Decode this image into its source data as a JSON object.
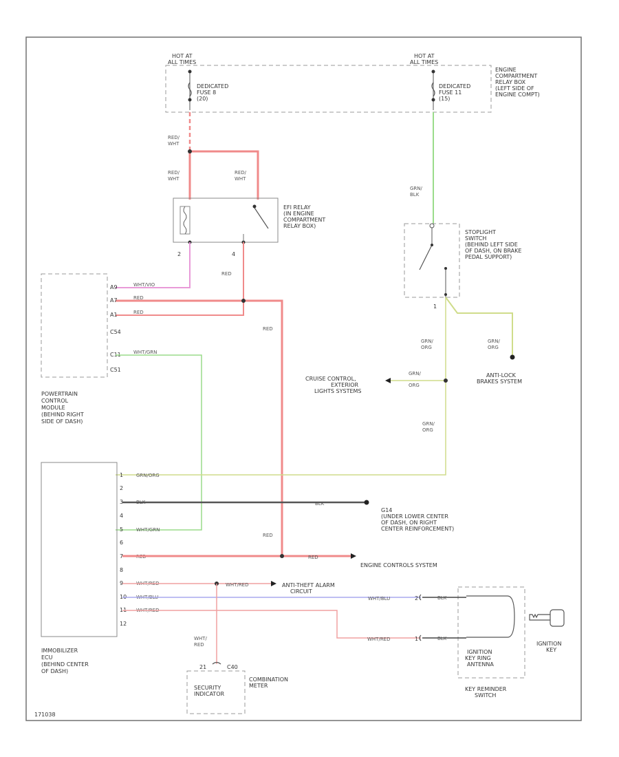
{
  "colors": {
    "red": "#f08a8a",
    "pink": "#e89ad8",
    "light_green": "#9adc8a",
    "yellow_green": "#cfdc8a",
    "black": "#555555",
    "blue": "#a8a8ee",
    "dash": "#9a9a9a",
    "line": "#707070"
  },
  "fuse_box": {
    "hot_left": [
      "HOT AT",
      "ALL TIMES"
    ],
    "fuse_left": [
      "DEDICATED",
      "FUSE 8",
      "(20)"
    ],
    "hot_right": [
      "HOT AT",
      "ALL TIMES"
    ],
    "fuse_right": [
      "DEDICATED",
      "FUSE 11",
      "(15)"
    ],
    "label": [
      "ENGINE",
      "COMPARTMENT",
      "RELAY BOX",
      "(LEFT SIDE OF",
      "ENGINE COMPT)"
    ]
  },
  "wires": {
    "red_wht_1": [
      "RED/",
      "WHT"
    ],
    "red_wht_2": [
      "RED/",
      "WHT"
    ],
    "red_wht_3": [
      "RED/",
      "WHT"
    ],
    "grn_blk": [
      "GRN/",
      "BLK"
    ],
    "red_v": "RED",
    "red_v2": "RED",
    "red_v3": "RED",
    "grn_org_1": [
      "GRN/",
      "ORG"
    ],
    "grn_org_2": [
      "GRN/",
      "ORG"
    ],
    "grn_org_3": [
      "GRN/",
      "ORG"
    ],
    "grn_org_4": [
      "GRN/",
      "ORG"
    ],
    "wht_red_v": [
      "WHT/",
      "RED"
    ]
  },
  "efi_relay": {
    "label": [
      "EFI RELAY",
      "(IN ENGINE",
      "COMPARTMENT",
      "RELAY BOX)"
    ],
    "pin_left": "2",
    "pin_right": "4"
  },
  "stoplight_switch": {
    "label": [
      "STOPLIGHT",
      "SWITCH",
      "(BEHIND LEFT SIDE",
      "OF DASH, ON BRAKE",
      "PEDAL SUPPORT)"
    ],
    "pin": "1"
  },
  "pcm": {
    "pins": [
      {
        "pin": "A9",
        "wire": "WHT/VIO"
      },
      {
        "pin": "A7",
        "wire": "RED"
      },
      {
        "pin": "A1",
        "wire": "RED"
      },
      {
        "pin": "C11",
        "wire": "WHT/GRN"
      }
    ],
    "connector_a": "C54",
    "connector_c": "C51",
    "label": [
      "POWERTRAIN",
      "CONTROL",
      "MODULE",
      "(BEHIND RIGHT",
      "SIDE OF DASH)"
    ]
  },
  "anti_lock": [
    "ANTI-LOCK",
    "BRAKES SYSTEM"
  ],
  "cruise": [
    "CRUISE CONTROL,",
    "EXTERIOR",
    "LIGHTS SYSTEMS"
  ],
  "immobilizer": {
    "pins": [
      {
        "pin": "1",
        "wire": "GRN/ORG"
      },
      {
        "pin": "2",
        "wire": ""
      },
      {
        "pin": "3",
        "wire": "BLK"
      },
      {
        "pin": "4",
        "wire": ""
      },
      {
        "pin": "5",
        "wire": "WHT/GRN"
      },
      {
        "pin": "6",
        "wire": ""
      },
      {
        "pin": "7",
        "wire": "RED"
      },
      {
        "pin": "8",
        "wire": ""
      },
      {
        "pin": "9",
        "wire": "WHT/RED"
      },
      {
        "pin": "10",
        "wire": "WHT/BLU"
      },
      {
        "pin": "11",
        "wire": "WHT/RED"
      },
      {
        "pin": "12",
        "wire": ""
      }
    ],
    "label": [
      "IMMOBILIZER",
      "ECU",
      "(BEHIND CENTER",
      "OF DASH)"
    ]
  },
  "blk_right": "BLK",
  "ground": [
    "G14",
    "(UNDER LOWER CENTER",
    "OF DASH, ON RIGHT",
    "CENTER REINFORCEMENT)"
  ],
  "red_right": "RED",
  "engine_controls": "ENGINE CONTROLS SYSTEM",
  "wht_red_right": "WHT/RED",
  "anti_theft": [
    "ANTI-THEFT ALARM",
    "CIRCUIT"
  ],
  "wht_blu_right": "WHT/BLU",
  "wht_red_low": "WHT/RED",
  "ignition": {
    "pin_top": "2",
    "wire_top": "BLK",
    "pin_bottom": "1",
    "wire_bottom": "BLK",
    "label": [
      "IGNITION",
      "KEY RING",
      "ANTENNA"
    ],
    "switch_label": [
      "KEY REMINDER",
      "SWITCH"
    ],
    "key_label": [
      "IGNITION",
      "KEY"
    ]
  },
  "combo": {
    "pin_left": "21",
    "pin_right": "C40",
    "indicator": [
      "SECURITY",
      "INDICATOR"
    ],
    "meter": [
      "COMBINATION",
      "METER"
    ]
  },
  "figure_id": "171038"
}
